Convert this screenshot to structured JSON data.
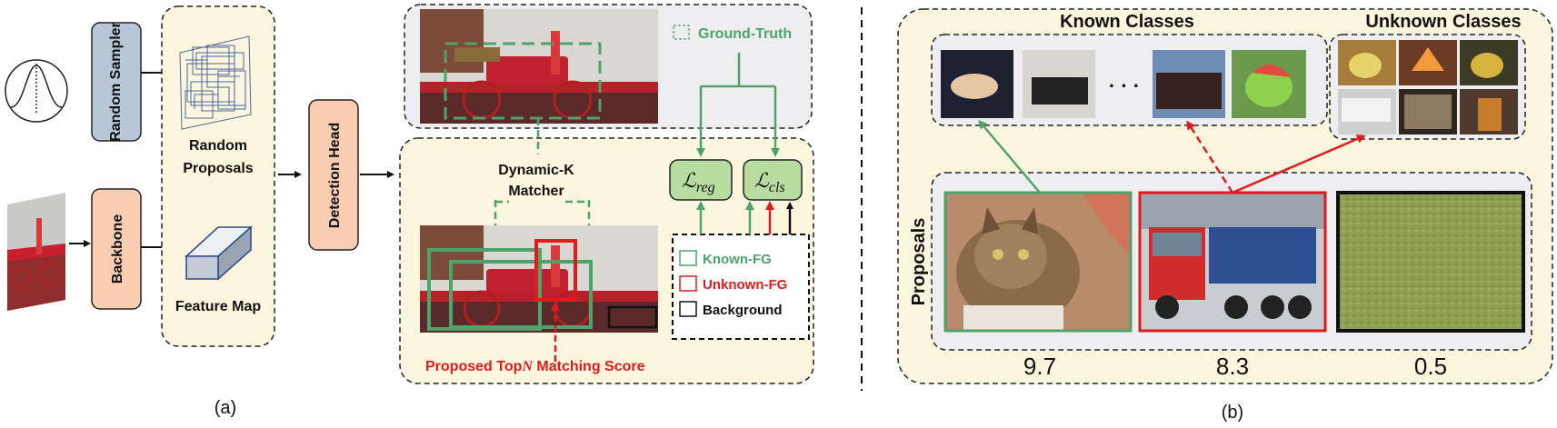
{
  "colors": {
    "cream": "#fdf6de",
    "gray_panel": "#eeeef1",
    "green": "#4ea36b",
    "red": "#e01b1b",
    "blue_box": "#b9c7d9",
    "orange_box": "#f8cdb2",
    "green_box": "#b7dca0",
    "wire": "#2e4f8f"
  },
  "icons": {
    "distribution": "gaussian-curve-icon",
    "feature_map": "cuboid-icon"
  },
  "part_a": {
    "random_sampler": "Random Sampler",
    "backbone": "Backbone",
    "random_proposals_line1": "Random",
    "random_proposals_line2": "Proposals",
    "feature_map": "Feature Map",
    "detection_head": "Detection Head",
    "ground_truth": "Ground-Truth",
    "matcher_line1": "Dynamic-K",
    "matcher_line2": "Matcher",
    "loss_reg_main": "ℒ",
    "loss_reg_sub": "reg",
    "loss_cls_main": "ℒ",
    "loss_cls_sub": "cls",
    "legend": {
      "known_fg": "Known-FG",
      "unknown_fg": "Unknown-FG",
      "background": "Background"
    },
    "score_prefix": "Proposed Top",
    "score_n": "N",
    "score_suffix": " Matching Score",
    "caption": "(a)"
  },
  "part_b": {
    "known_classes": "Known Classes",
    "unknown_classes": "Unknown Classes",
    "ellipsis": "· · ·",
    "proposals": "Proposals",
    "scores": [
      "9.7",
      "8.3",
      "0.5"
    ],
    "caption": "(b)"
  }
}
